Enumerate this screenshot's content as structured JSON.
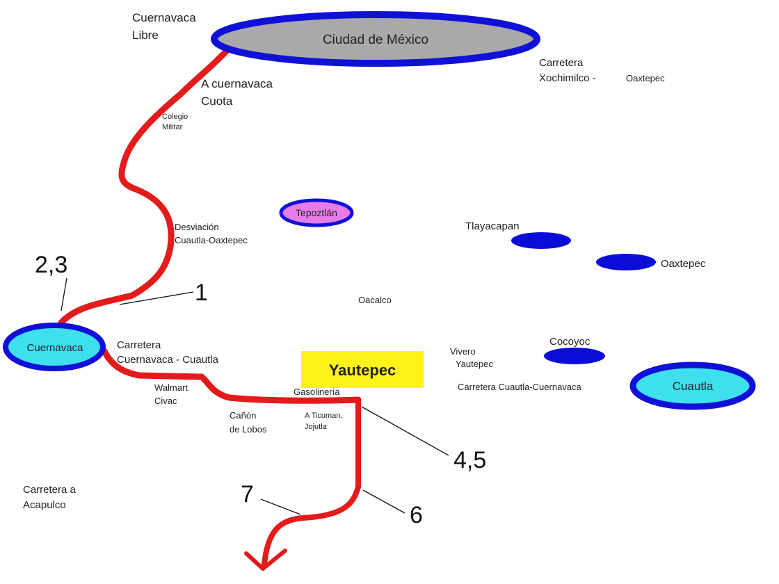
{
  "cities": {
    "cdmx": "Ciudad de México",
    "tepoztlan": "Tepoztlán",
    "cuernavaca": "Cuernavaca",
    "yautepec": "Yautepec",
    "cuautla": "Cuautla"
  },
  "roads": {
    "cuernavaca_libre_1": "Cuernavaca",
    "cuernavaca_libre_2": "Libre",
    "a_cuernavaca_1": "A cuernavaca",
    "a_cuernavaca_2": "Cuota",
    "colegio_1": "Colegio",
    "colegio_2": "Militar",
    "xochimilco_1": "Carretera",
    "xochimilco_2": "Xochimilco - ",
    "xochimilco_3": "Oaxtepec",
    "desviacion_1": "Desviación",
    "desviacion_2": "Cuautla-Oaxtepec",
    "tlayacapan": "Tlayacapan",
    "oaxtepec": "Oaxtepec",
    "oacalco": "Oacalco",
    "cocoyoc": "Cocoyoc",
    "vivero_1": "Vivero",
    "vivero_2": "Yautepec",
    "carretera_cc_1": "Carretera",
    "carretera_cc_2": "Cuernavaca - Cuautla",
    "carretera_cuautla_cuernavaca": "Carretera Cuautla-Cuernavaca",
    "walmart_1": "Walmart",
    "walmart_2": "Civac",
    "canon_1": "Cañón",
    "canon_2": "de Lobos",
    "gasolineria": "Gasolinería",
    "ticuman_1": "A Ticuman,",
    "ticuman_2": "Jojutla",
    "acapulco_1": "Carretera a",
    "acapulco_2": "Acapulco"
  },
  "markers": {
    "m1": "1",
    "m23": "2,3",
    "m45": "4,5",
    "m6": "6",
    "m7": "7"
  },
  "colors": {
    "route": "#e41b1b",
    "road": "#111111",
    "city_ring": "#1010d8",
    "city_fill": "#3ee0ee",
    "cdmx_fill": "#a9a9a9",
    "small_town": "#0c0cd8",
    "tepoztlan_fill": "#e77ce8",
    "yautepec_bg": "#fff31a"
  }
}
